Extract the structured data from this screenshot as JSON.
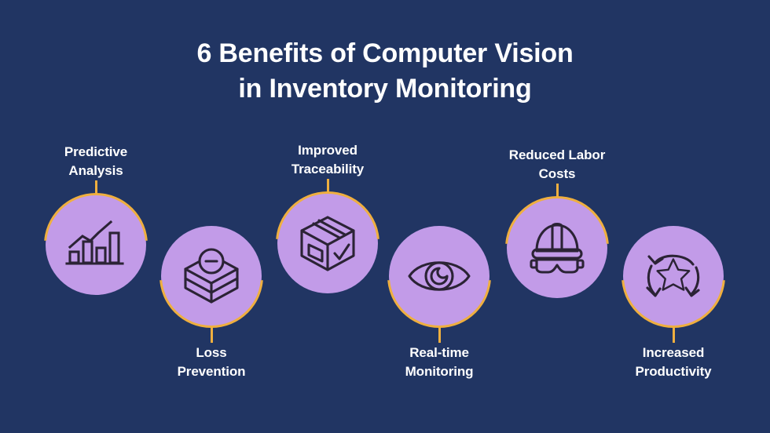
{
  "background_color": "#213563",
  "circle_color": "#C29BE8",
  "accent_color": "#EFAF3F",
  "text_color": "#FFFFFF",
  "icon_stroke_color": "#2B2335",
  "title": {
    "line1": "6 Benefits of Computer Vision",
    "line2": "in Inventory Monitoring",
    "full": "6 Benefits of Computer Vision in Inventory Monitoring"
  },
  "benefits": [
    {
      "index": 1,
      "label_line1": "Predictive",
      "label_line2": "Analysis",
      "label_full": "Predictive Analysis",
      "icon": "bar-chart-trend-icon",
      "position": "up"
    },
    {
      "index": 2,
      "label_line1": "Loss",
      "label_line2": "Prevention",
      "label_full": "Loss Prevention",
      "icon": "box-minus-icon",
      "position": "down"
    },
    {
      "index": 3,
      "label_line1": "Improved",
      "label_line2": "Traceability",
      "label_full": "Improved Traceability",
      "icon": "package-check-icon",
      "position": "up"
    },
    {
      "index": 4,
      "label_line1": "Real-time",
      "label_line2": "Monitoring",
      "label_full": "Real-time Monitoring",
      "icon": "eye-icon",
      "position": "down"
    },
    {
      "index": 5,
      "label_line1": "Reduced Labor",
      "label_line2": "Costs",
      "label_full": "Reduced Labor Costs",
      "icon": "hardhat-goggles-icon",
      "position": "up"
    },
    {
      "index": 6,
      "label_line1": "Increased",
      "label_line2": "Productivity",
      "label_full": "Increased Productivity",
      "icon": "star-cycle-arrows-icon",
      "position": "down"
    }
  ]
}
